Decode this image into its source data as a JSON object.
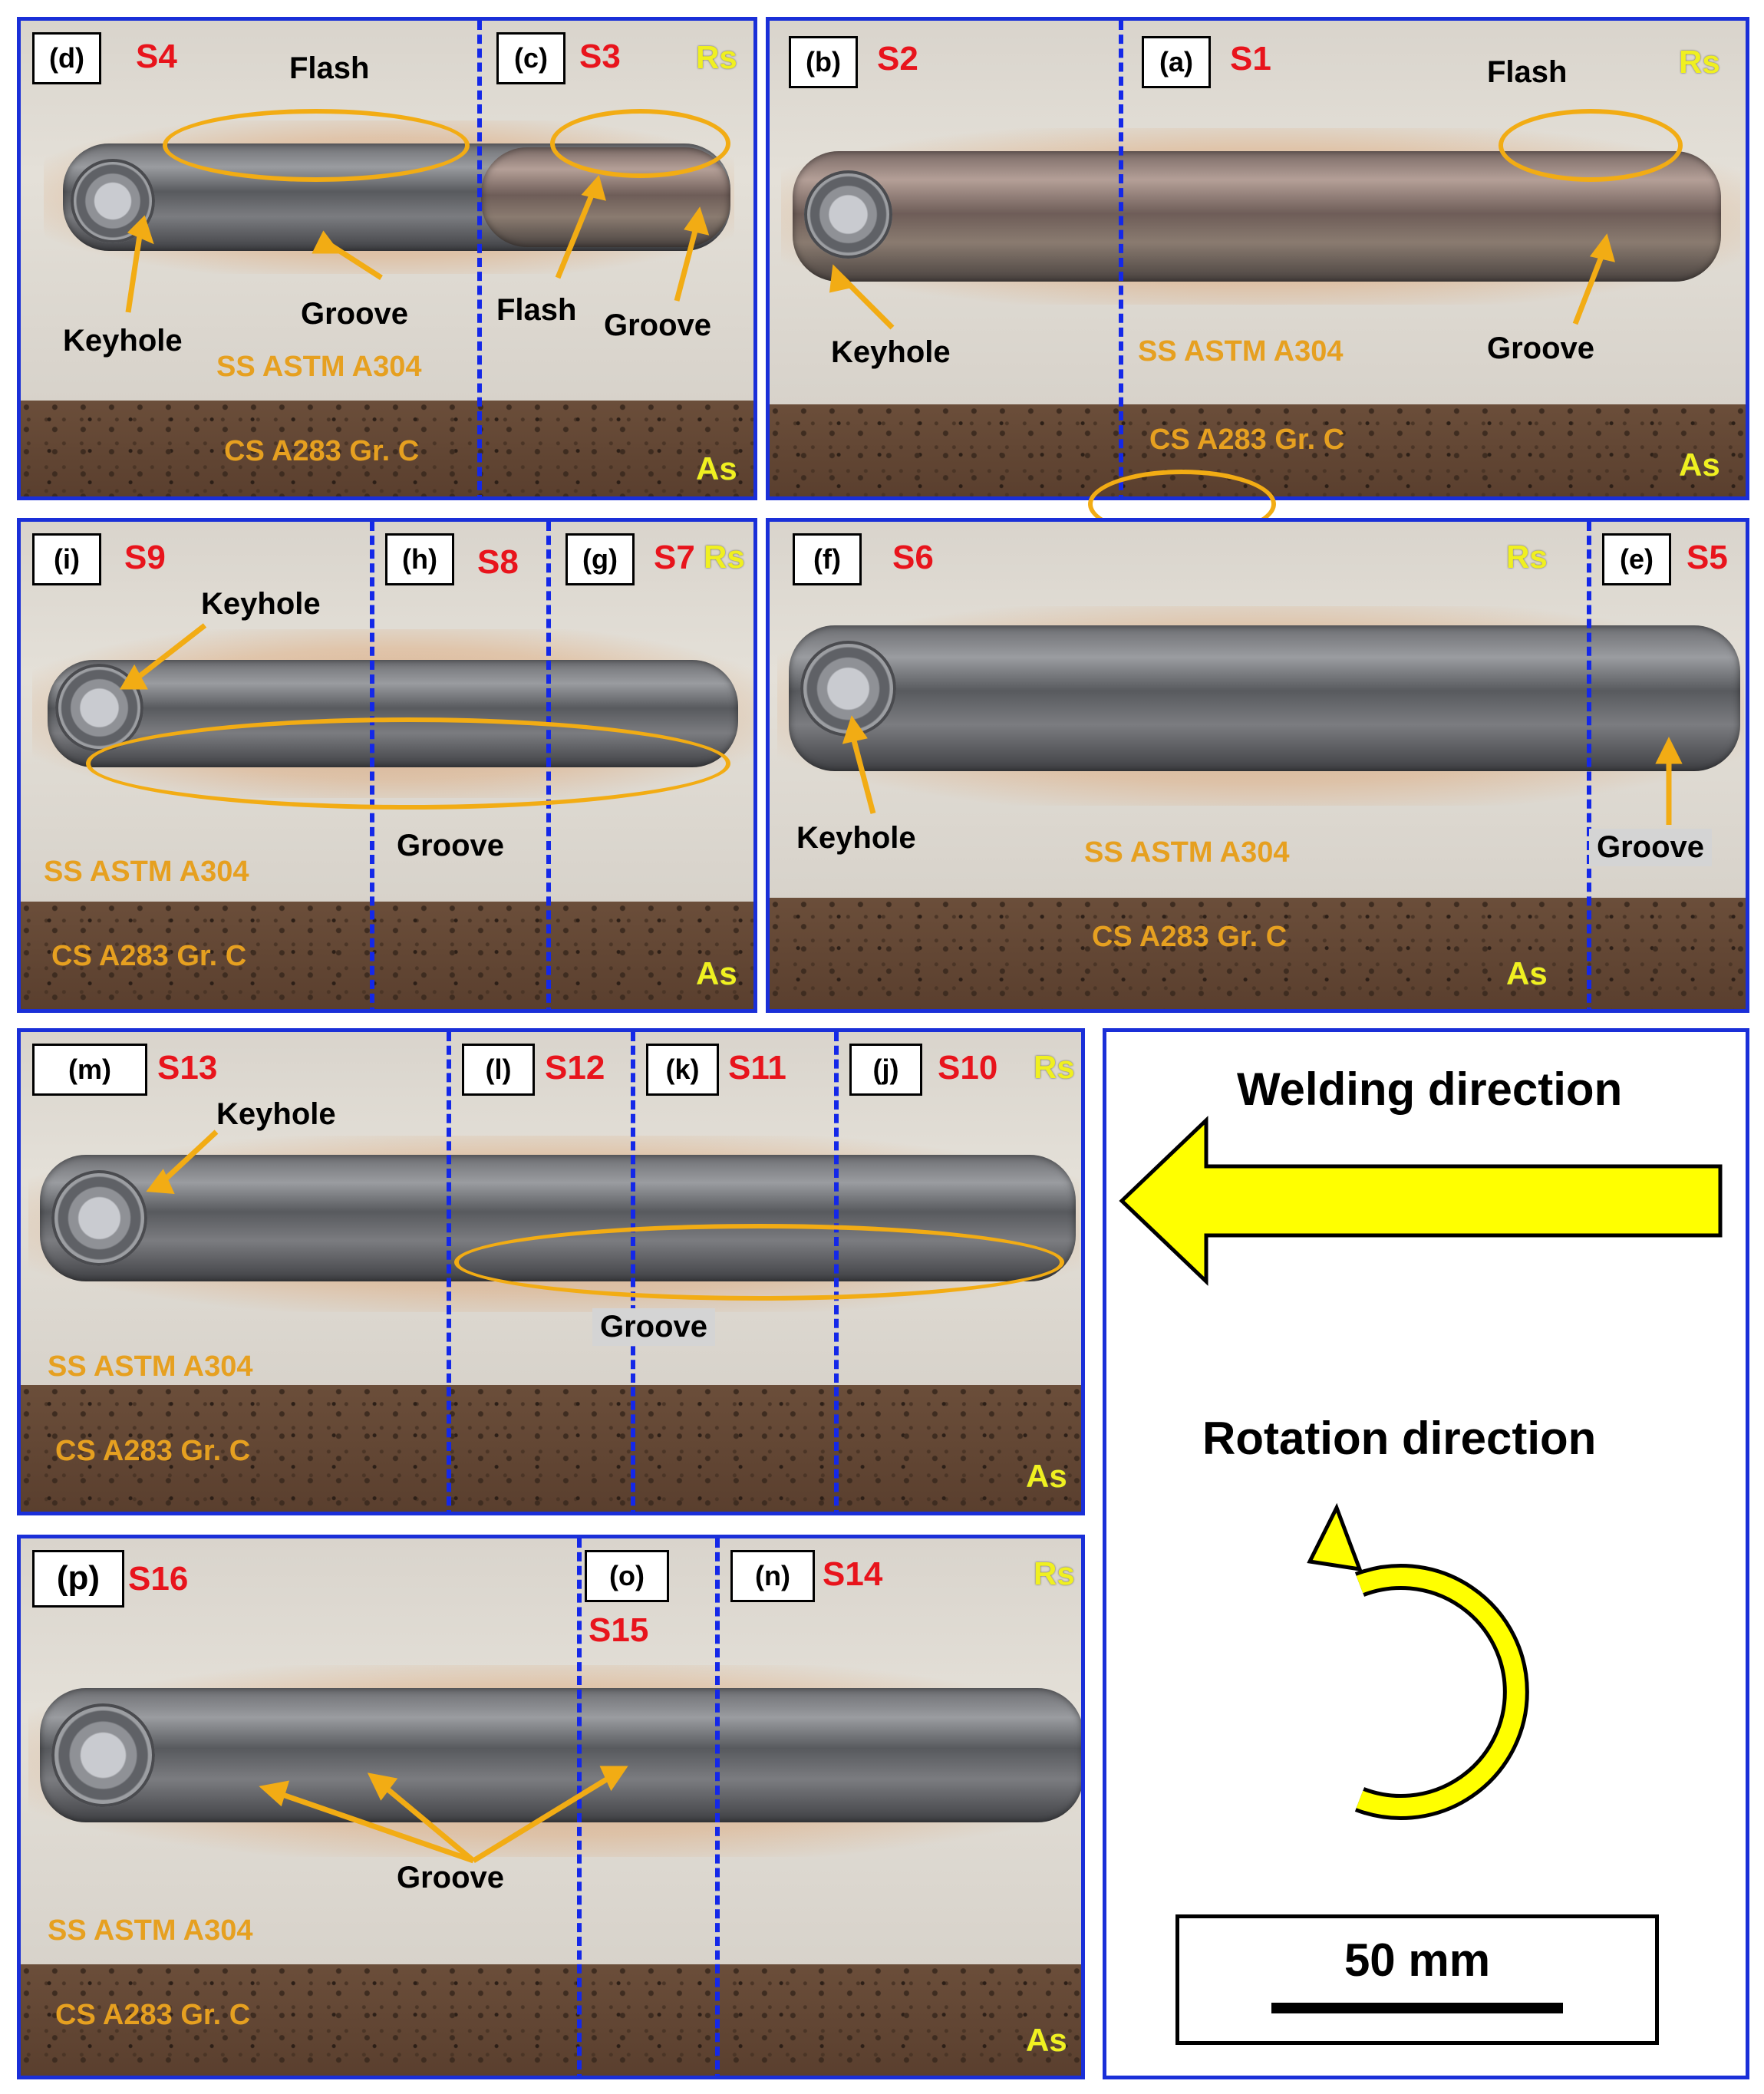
{
  "panels": {
    "top_left": {
      "labels": [
        "(d)",
        "(c)"
      ],
      "specimens": [
        "S4",
        "S3"
      ],
      "sides": {
        "rs": "Rs",
        "as": "As"
      },
      "annotations": {
        "flash_1": "Flash",
        "flash_2": "Flash",
        "keyhole": "Keyhole",
        "groove_1": "Groove",
        "groove_2": "Groove"
      },
      "materials": {
        "ss": "SS ASTM A304",
        "cs": "CS A283 Gr. C"
      }
    },
    "top_right": {
      "labels": [
        "(b)",
        "(a)"
      ],
      "specimens": [
        "S2",
        "S1"
      ],
      "sides": {
        "rs": "Rs",
        "as": "As"
      },
      "annotations": {
        "flash": "Flash",
        "keyhole": "Keyhole",
        "groove": "Groove"
      },
      "materials": {
        "ss": "SS ASTM A304",
        "cs": "CS A283 Gr. C"
      }
    },
    "middle_left": {
      "labels": [
        "(i)",
        "(h)",
        "(g)"
      ],
      "specimens": [
        "S9",
        "S8",
        "S7"
      ],
      "sides": {
        "rs": "Rs",
        "as": "As"
      },
      "annotations": {
        "keyhole": "Keyhole",
        "groove": "Groove"
      },
      "materials": {
        "ss": "SS ASTM A304",
        "cs": "CS A283 Gr. C"
      }
    },
    "middle_right": {
      "labels": [
        "(f)",
        "(e)"
      ],
      "specimens": [
        "S6",
        "S5"
      ],
      "sides": {
        "rs": "Rs",
        "as": "As"
      },
      "annotations": {
        "keyhole": "Keyhole",
        "groove": "Groove"
      },
      "materials": {
        "ss": "SS ASTM A304",
        "cs": "CS A283 Gr. C"
      }
    },
    "third_row": {
      "labels": [
        "(m)",
        "(l)",
        "(k)",
        "(j)"
      ],
      "specimens": [
        "S13",
        "S12",
        "S11",
        "S10"
      ],
      "sides": {
        "rs": "Rs",
        "as": "As"
      },
      "annotations": {
        "keyhole": "Keyhole",
        "groove": "Groove"
      },
      "materials": {
        "ss": "SS ASTM A304",
        "cs": "CS A283 Gr. C"
      }
    },
    "bottom": {
      "labels": [
        "(p)",
        "(o)",
        "(n)"
      ],
      "specimens": [
        "S16",
        "S15",
        "S14"
      ],
      "sides": {
        "rs": "Rs",
        "as": "As"
      },
      "annotations": {
        "groove": "Groove"
      },
      "materials": {
        "ss": "SS ASTM A304",
        "cs": "CS A283 Gr. C"
      }
    }
  },
  "legend": {
    "welding_direction": "Welding direction",
    "rotation_direction": "Rotation direction",
    "scale_bar": "50 mm"
  },
  "colors": {
    "panel_border": "#1a2fd8",
    "specimen_label": "#e8141c",
    "material_label": "#e6a020",
    "side_label": "#f0f020",
    "highlight": "#f2ac14",
    "arrow_fill": "#ffff00"
  }
}
